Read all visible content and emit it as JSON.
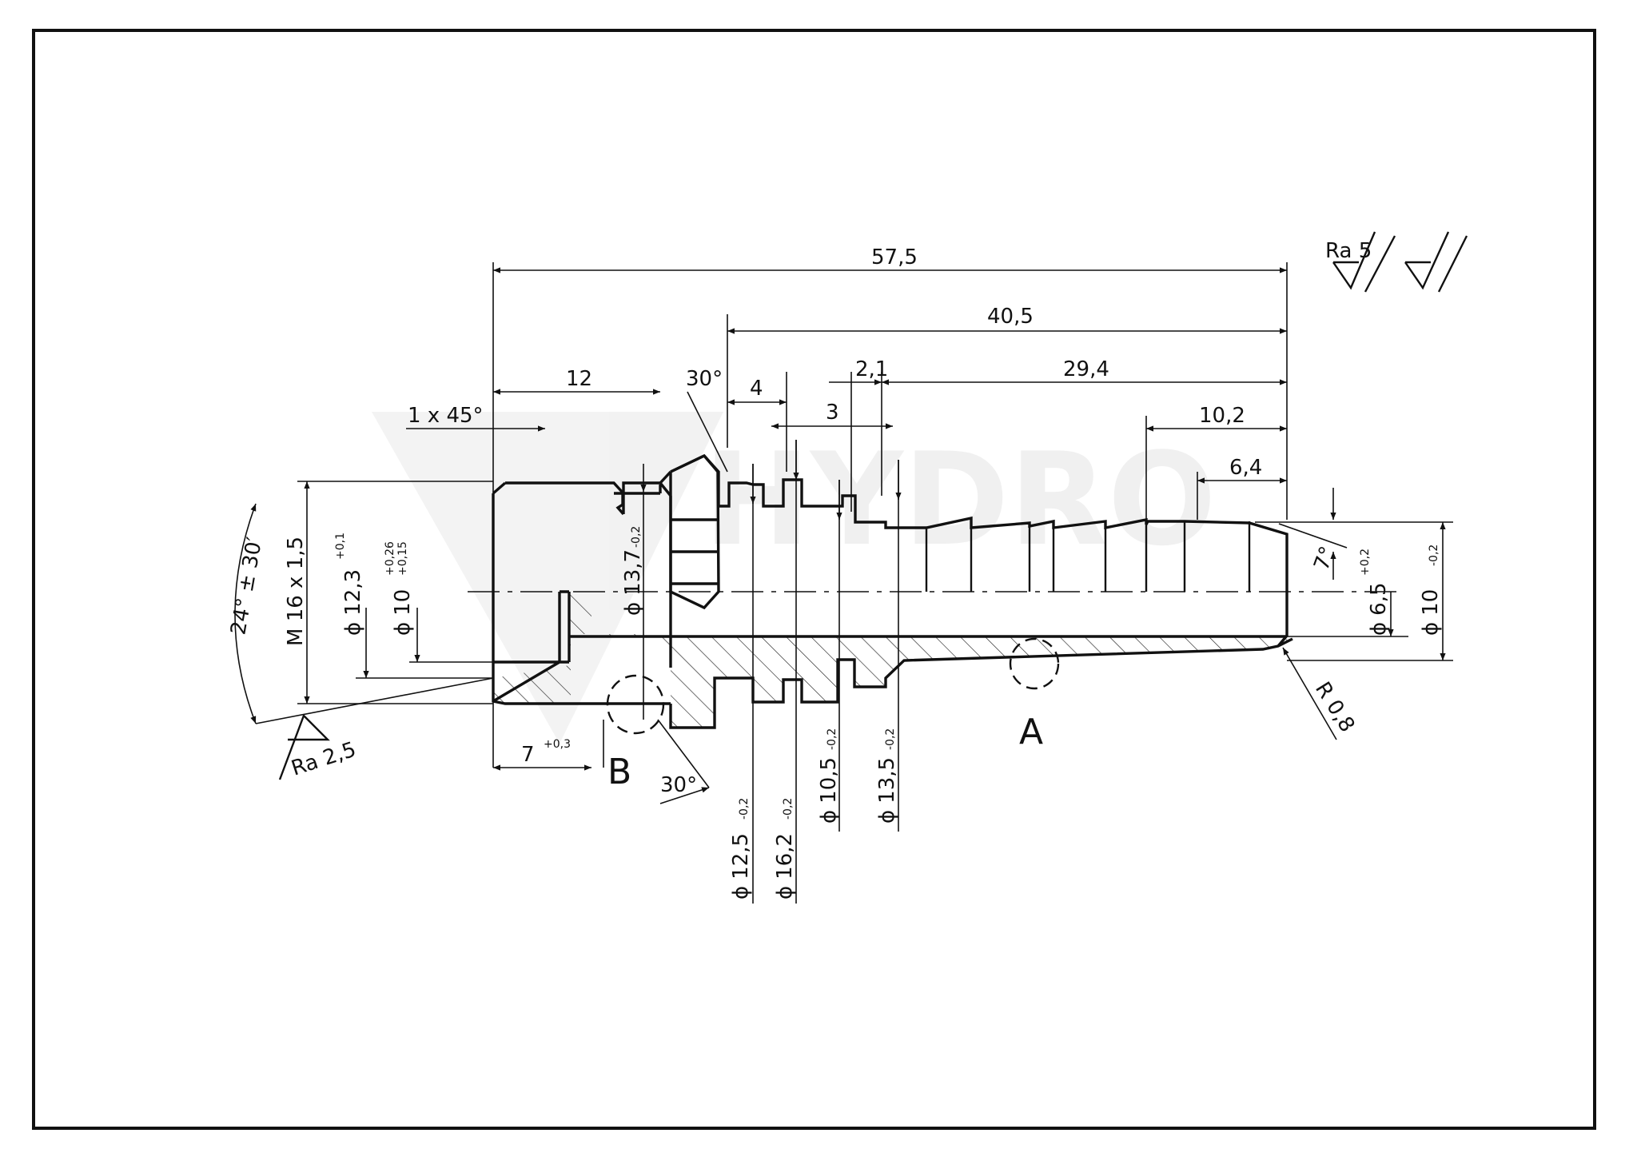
{
  "dimensions": {
    "overall_length": "57,5",
    "length_from_hex": "40,5",
    "length_barb": "29,4",
    "collar_width": "2,1",
    "groove_width": "3",
    "hex_width": "4",
    "thread_length": "12",
    "chamfer": "1 x 45°",
    "hex_angle_top": "30°",
    "hex_angle_bottom": "30°",
    "end_length_1": "10,2",
    "end_length_2": "6,4",
    "bore_depth": "7",
    "bore_depth_tol": "+0,3",
    "seat_angle": "24°  ± 30′",
    "thread": "M 16 x 1,5",
    "end_taper": "7°",
    "end_radius": "R 0,8"
  },
  "diameters": {
    "phi": "ϕ",
    "d_12_3": "12,3",
    "d_12_3_tol": "+0,1",
    "d_10_bore": "10",
    "d_10_bore_tol_up": "+0,26",
    "d_10_bore_tol_lo": "+0,15",
    "d_13_7": "13,7",
    "d_13_7_tol": "-0,2",
    "d_12_5": "12,5",
    "d_12_5_tol": "-0,2",
    "d_16_2": "16,2",
    "d_16_2_tol": "-0,2",
    "d_10_5": "10,5",
    "d_10_5_tol": "-0,2",
    "d_13_5": "13,5",
    "d_13_5_tol": "-0,2",
    "d_6_5": "6,5",
    "d_6_5_tol": "+0,2",
    "d_10_end": "10",
    "d_10_end_tol": "-0,2"
  },
  "surface": {
    "ra_general": "Ra 5",
    "ra_seat": "Ra 2,5"
  },
  "details": {
    "detail_a": "A",
    "detail_b": "B"
  }
}
